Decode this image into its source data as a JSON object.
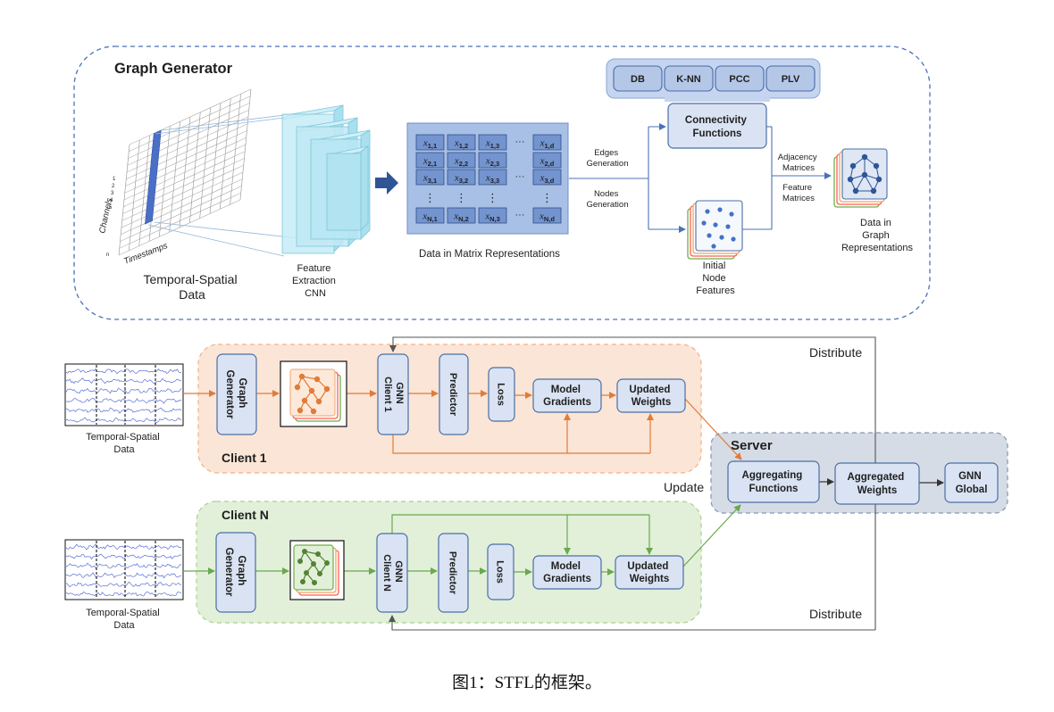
{
  "graph_generator": {
    "title": "Graph Generator",
    "input_label": [
      "Temporal-Spatial",
      "Data"
    ],
    "axis_channels": "Channels",
    "axis_timestamps": "Timestamps",
    "channel_ticks": [
      "1",
      "2",
      "3",
      "4",
      "5"
    ],
    "channel_last": "n",
    "cnn_label": [
      "Feature",
      "Extraction",
      "CNN"
    ],
    "matrix": {
      "var": "x",
      "rows": [
        {
          "cells": [
            "1,1",
            "1,2",
            "1,3",
            "1,d"
          ],
          "dots": "···"
        },
        {
          "cells": [
            "2,1",
            "2,2",
            "2,3",
            "2,d"
          ],
          "dots": ""
        },
        {
          "cells": [
            "3,1",
            "3,2",
            "3,3",
            "3,d"
          ],
          "dots": "···"
        },
        {
          "cells": [
            "N,1",
            "N,2",
            "N,3",
            "N,d"
          ],
          "dots": "···"
        }
      ],
      "vdots": "⋮"
    },
    "matrix_label": "Data in Matrix Representations",
    "edges_label": [
      "Edges",
      "Generation"
    ],
    "nodes_label": [
      "Nodes",
      "Generation"
    ],
    "connectivity_options": [
      "DB",
      "K-NN",
      "PCC",
      "PLV"
    ],
    "connectivity_label": [
      "Connectivity",
      "Functions"
    ],
    "node_features_label": [
      "Initial",
      "Node",
      "Features"
    ],
    "adjacency_label": [
      "Adjacency",
      "Matrices"
    ],
    "feature_label": [
      "Feature",
      "Matrices"
    ],
    "output_label": [
      "Data in",
      "Graph",
      "Representations"
    ]
  },
  "client_1": {
    "title": "Client 1",
    "input_label": [
      "Temporal-Spatial",
      "Data"
    ],
    "graph_generator": [
      "Graph",
      "Generator"
    ],
    "gnn": [
      "GNN",
      "Client 1"
    ],
    "predictor": "Predictor",
    "loss": "Loss",
    "model_gradients": [
      "Model",
      "Gradients"
    ],
    "updated_weights": [
      "Updated",
      "Weights"
    ]
  },
  "client_n": {
    "title": "Client N",
    "input_label": [
      "Temporal-Spatial",
      "Data"
    ],
    "graph_generator": [
      "Graph",
      "Generator"
    ],
    "gnn": [
      "GNN",
      "Client N"
    ],
    "predictor": "Predictor",
    "loss": "Loss",
    "model_gradients": [
      "Model",
      "Gradients"
    ],
    "updated_weights": [
      "Updated",
      "Weights"
    ]
  },
  "server": {
    "title": "Server",
    "aggregating": [
      "Aggregating",
      "Functions"
    ],
    "aggregated": [
      "Aggregated",
      "Weights"
    ],
    "global": [
      "GNN",
      "Global"
    ]
  },
  "flow": {
    "update": "Update",
    "distribute": [
      "Distribute",
      "Distribute"
    ]
  },
  "colors": {
    "client_1_accent": "#e07b39",
    "client_n_accent": "#6aa84f",
    "server_bg": "#d6dce5",
    "block_fill": "#dae3f3"
  },
  "caption": "图1：STFL的框架。"
}
